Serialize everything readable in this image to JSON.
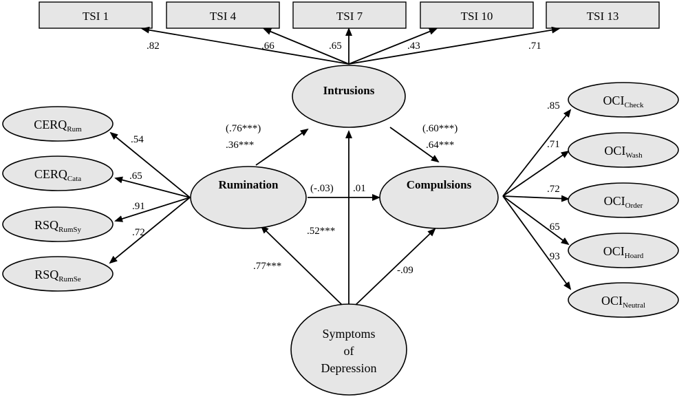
{
  "top_indicators": [
    {
      "label": "TSI 1",
      "loading": ".82"
    },
    {
      "label": "TSI 4",
      "loading": ".66"
    },
    {
      "label": "TSI 7",
      "loading": ".65"
    },
    {
      "label": "TSI 10",
      "loading": ".43"
    },
    {
      "label": "TSI 13",
      "loading": ".71"
    }
  ],
  "left_indicators": [
    {
      "label": "CERQ",
      "sub": "Rum",
      "loading": ".54"
    },
    {
      "label": "CERQ",
      "sub": "Cata",
      "loading": ".65"
    },
    {
      "label": "RSQ",
      "sub": "RumSy",
      "loading": ".91"
    },
    {
      "label": "RSQ",
      "sub": "RumSe",
      "loading": ".72"
    }
  ],
  "right_indicators": [
    {
      "label": "OCI",
      "sub": "Check",
      "loading": ".85"
    },
    {
      "label": "OCI",
      "sub": "Wash",
      "loading": ".71"
    },
    {
      "label": "OCI",
      "sub": "Order",
      "loading": ".72"
    },
    {
      "label": "OCI",
      "sub": "Hoard",
      "loading": ".65"
    },
    {
      "label": "OCI",
      "sub": "Neutral",
      "loading": ".93"
    }
  ],
  "latent": {
    "intrusions": "Intrusions",
    "rumination": "Rumination",
    "compulsions": "Compulsions",
    "depression": [
      "Symptoms",
      "of",
      "Depression"
    ]
  },
  "paths": {
    "rum_intr_total": "(.76***)",
    "rum_intr_direct": ".36***",
    "intr_comp_total": "(.60***)",
    "intr_comp_direct": ".64***",
    "rum_comp": "(-.03)",
    "dep_intr_a": ".01",
    "dep_intr_b": ".52***",
    "dep_rum": ".77***",
    "dep_comp": "-.09"
  }
}
